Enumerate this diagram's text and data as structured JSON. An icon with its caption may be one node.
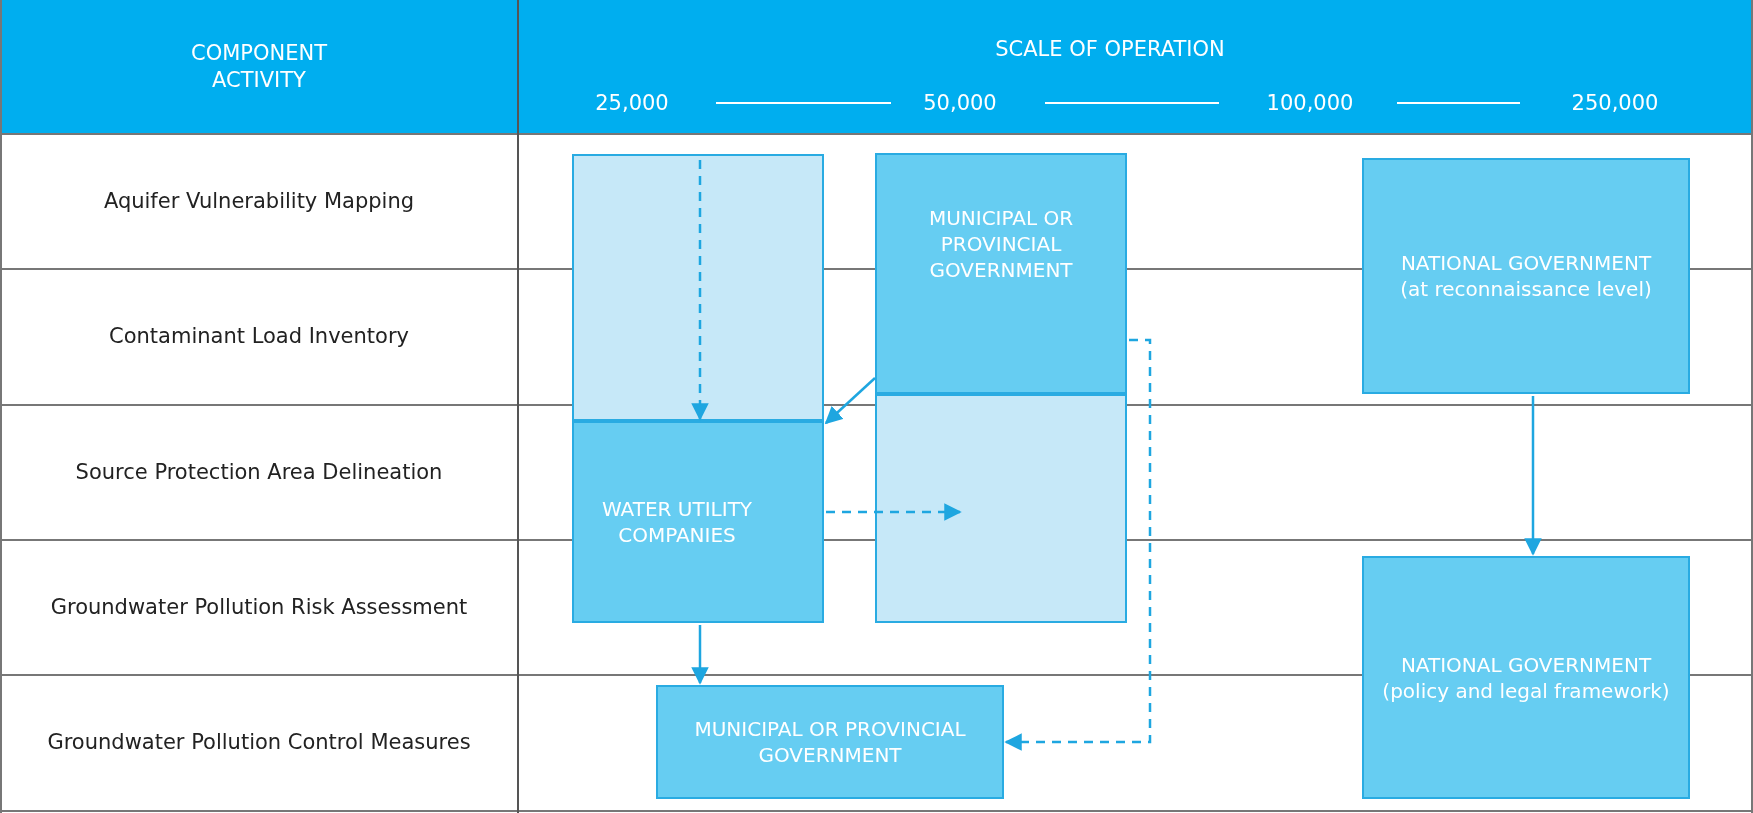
{
  "diagram": {
    "nodes": [
      {
        "text": [],
        "shape": "box"
      },
      {
        "text": [
          "MUNICIPAL OR PROVINCIAL GOVERNMENT"
        ]
      },
      {
        "text": [
          "NATIONAL GOVERNMENT",
          "(at reconnaissance level)"
        ]
      },
      {
        "text": [
          "WATER UTILITY COMPANIES"
        ]
      },
      {
        "text": [],
        "shape": "box"
      },
      {
        "text": [
          "NATIONAL GOVERNMENT",
          "(policy and legal framework)"
        ]
      },
      {
        "text": [
          "MUNICIPAL OR PROVINCIAL GOVERNMENT"
        ]
      }
    ],
    "edges": [
      {
        "from": 0,
        "to": 3,
        "arrow": "to",
        "style": "dashed"
      },
      {
        "from": 1,
        "to": 3,
        "arrow": "to"
      },
      {
        "from": 3,
        "to": 4,
        "arrow": "to",
        "style": "dashed"
      },
      {
        "from": 1,
        "to": 6,
        "arrow": "to",
        "style": "dashed"
      },
      {
        "from": 3,
        "to": 6,
        "arrow": "to"
      },
      {
        "from": 2,
        "to": 5,
        "arrow": "to"
      }
    ],
    "labels": [
      "COMPONENT ACTIVITY",
      "SCALE OF OPERATION",
      "25,000",
      "50,000",
      "100,000",
      "250,000",
      "Aquifer Vulnerability Mapping",
      "Contaminant Load Inventory",
      "Source Protection Area Delineation",
      "Groundwater Pollution Risk Assessment",
      "Groundwater Pollution Control Measures"
    ]
  }
}
